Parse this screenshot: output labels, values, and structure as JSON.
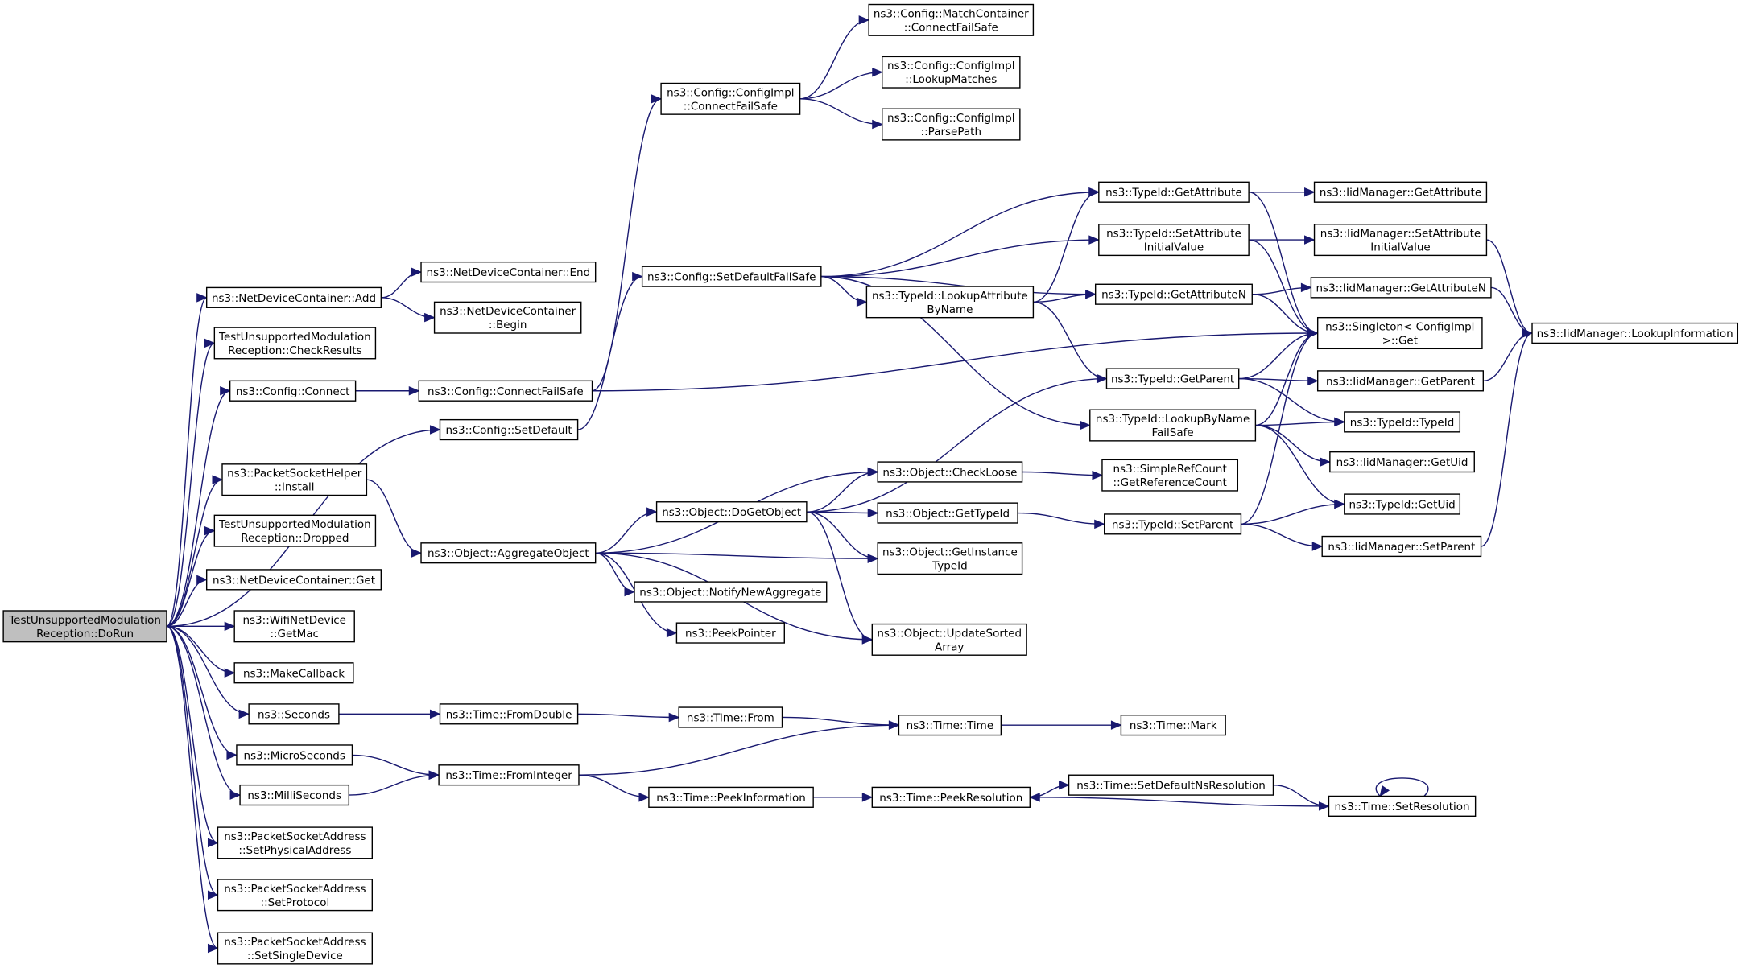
{
  "diagram": {
    "title": "",
    "colors": {
      "edge": "#191970",
      "node_border": "#000000",
      "node_fill": "#ffffff",
      "root_fill": "#bfbfbf"
    },
    "nodes": [
      {
        "id": "root",
        "lines": [
          "TestUnsupportedModulation",
          "Reception::DoRun"
        ]
      },
      {
        "id": "ndc_add",
        "lines": [
          "ns3::NetDeviceContainer::Add"
        ]
      },
      {
        "id": "check_results",
        "lines": [
          "TestUnsupportedModulation",
          "Reception::CheckResults"
        ]
      },
      {
        "id": "cfg_connect",
        "lines": [
          "ns3::Config::Connect"
        ]
      },
      {
        "id": "cfg_setdefault",
        "lines": [
          "ns3::Config::SetDefault"
        ]
      },
      {
        "id": "psh_install",
        "lines": [
          "ns3::PacketSocketHelper",
          "::Install"
        ]
      },
      {
        "id": "dropped",
        "lines": [
          "TestUnsupportedModulation",
          "Reception::Dropped"
        ]
      },
      {
        "id": "ndc_get",
        "lines": [
          "ns3::NetDeviceContainer::Get"
        ]
      },
      {
        "id": "wifi_getmac",
        "lines": [
          "ns3::WifiNetDevice",
          "::GetMac"
        ]
      },
      {
        "id": "make_callback",
        "lines": [
          "ns3::MakeCallback"
        ]
      },
      {
        "id": "seconds",
        "lines": [
          "ns3::Seconds"
        ]
      },
      {
        "id": "microseconds",
        "lines": [
          "ns3::MicroSeconds"
        ]
      },
      {
        "id": "milliseconds",
        "lines": [
          "ns3::MilliSeconds"
        ]
      },
      {
        "id": "psa_setphys",
        "lines": [
          "ns3::PacketSocketAddress",
          "::SetPhysicalAddress"
        ]
      },
      {
        "id": "psa_setproto",
        "lines": [
          "ns3::PacketSocketAddress",
          "::SetProtocol"
        ]
      },
      {
        "id": "psa_setsingle",
        "lines": [
          "ns3::PacketSocketAddress",
          "::SetSingleDevice"
        ]
      },
      {
        "id": "ndc_end",
        "lines": [
          "ns3::NetDeviceContainer::End"
        ]
      },
      {
        "id": "ndc_begin",
        "lines": [
          "ns3::NetDeviceContainer",
          "::Begin"
        ]
      },
      {
        "id": "cfg_connectfailsafe",
        "lines": [
          "ns3::Config::ConnectFailSafe"
        ]
      },
      {
        "id": "cfgimpl_connectfailsafe",
        "lines": [
          "ns3::Config::ConfigImpl",
          "::ConnectFailSafe"
        ]
      },
      {
        "id": "mc_connectfailsafe",
        "lines": [
          "ns3::Config::MatchContainer",
          "::ConnectFailSafe"
        ]
      },
      {
        "id": "cfgimpl_lookup",
        "lines": [
          "ns3::Config::ConfigImpl",
          "::LookupMatches"
        ]
      },
      {
        "id": "cfgimpl_parse",
        "lines": [
          "ns3::Config::ConfigImpl",
          "::ParsePath"
        ]
      },
      {
        "id": "cfg_setdefaultfailsafe",
        "lines": [
          "ns3::Config::SetDefaultFailSafe"
        ]
      },
      {
        "id": "tid_lookupattr",
        "lines": [
          "ns3::TypeId::LookupAttribute",
          "ByName"
        ]
      },
      {
        "id": "tid_getattribute",
        "lines": [
          "ns3::TypeId::GetAttribute"
        ]
      },
      {
        "id": "tid_setattrinit",
        "lines": [
          "ns3::TypeId::SetAttribute",
          "InitialValue"
        ]
      },
      {
        "id": "tid_getattributen",
        "lines": [
          "ns3::TypeId::GetAttributeN"
        ]
      },
      {
        "id": "singleton_get",
        "lines": [
          "ns3::Singleton< ConfigImpl",
          ">::Get"
        ]
      },
      {
        "id": "tid_getparent",
        "lines": [
          "ns3::TypeId::GetParent"
        ]
      },
      {
        "id": "tid_lookupbyname",
        "lines": [
          "ns3::TypeId::LookupByName",
          "FailSafe"
        ]
      },
      {
        "id": "iid_getattribute",
        "lines": [
          "ns3::IidManager::GetAttribute"
        ]
      },
      {
        "id": "iid_setattrinit",
        "lines": [
          "ns3::IidManager::SetAttribute",
          "InitialValue"
        ]
      },
      {
        "id": "iid_getattributen",
        "lines": [
          "ns3::IidManager::GetAttributeN"
        ]
      },
      {
        "id": "iid_lookupinfo",
        "lines": [
          "ns3::IidManager::LookupInformation"
        ]
      },
      {
        "id": "iid_getparent",
        "lines": [
          "ns3::IidManager::GetParent"
        ]
      },
      {
        "id": "tid_typeid",
        "lines": [
          "ns3::TypeId::TypeId"
        ]
      },
      {
        "id": "iid_getuid",
        "lines": [
          "ns3::IidManager::GetUid"
        ]
      },
      {
        "id": "tid_getuid",
        "lines": [
          "ns3::TypeId::GetUid"
        ]
      },
      {
        "id": "iid_setparent",
        "lines": [
          "ns3::IidManager::SetParent"
        ]
      },
      {
        "id": "obj_aggregate",
        "lines": [
          "ns3::Object::AggregateObject"
        ]
      },
      {
        "id": "obj_dogetobject",
        "lines": [
          "ns3::Object::DoGetObject"
        ]
      },
      {
        "id": "obj_checkloose",
        "lines": [
          "ns3::Object::CheckLoose"
        ]
      },
      {
        "id": "srefcount_get",
        "lines": [
          "ns3::SimpleRefCount",
          "::GetReferenceCount"
        ]
      },
      {
        "id": "obj_gettypeid",
        "lines": [
          "ns3::Object::GetTypeId"
        ]
      },
      {
        "id": "tid_setparent",
        "lines": [
          "ns3::TypeId::SetParent"
        ]
      },
      {
        "id": "obj_getinstancetid",
        "lines": [
          "ns3::Object::GetInstance",
          "TypeId"
        ]
      },
      {
        "id": "obj_notifynewagg",
        "lines": [
          "ns3::Object::NotifyNewAggregate"
        ]
      },
      {
        "id": "peekpointer",
        "lines": [
          "ns3::PeekPointer"
        ]
      },
      {
        "id": "obj_updatesorted",
        "lines": [
          "ns3::Object::UpdateSorted",
          "Array"
        ]
      },
      {
        "id": "time_fromdouble",
        "lines": [
          "ns3::Time::FromDouble"
        ]
      },
      {
        "id": "time_from",
        "lines": [
          "ns3::Time::From"
        ]
      },
      {
        "id": "time_time",
        "lines": [
          "ns3::Time::Time"
        ]
      },
      {
        "id": "time_mark",
        "lines": [
          "ns3::Time::Mark"
        ]
      },
      {
        "id": "time_frominteger",
        "lines": [
          "ns3::Time::FromInteger"
        ]
      },
      {
        "id": "time_peekinfo",
        "lines": [
          "ns3::Time::PeekInformation"
        ]
      },
      {
        "id": "time_peekres",
        "lines": [
          "ns3::Time::PeekResolution"
        ]
      },
      {
        "id": "time_setdefaultns",
        "lines": [
          "ns3::Time::SetDefaultNsResolution"
        ]
      },
      {
        "id": "time_setres",
        "lines": [
          "ns3::Time::SetResolution"
        ]
      }
    ],
    "edges": [
      [
        "root",
        "ndc_add"
      ],
      [
        "root",
        "check_results"
      ],
      [
        "root",
        "cfg_connect"
      ],
      [
        "root",
        "cfg_setdefault"
      ],
      [
        "root",
        "psh_install"
      ],
      [
        "root",
        "dropped"
      ],
      [
        "root",
        "ndc_get"
      ],
      [
        "root",
        "wifi_getmac"
      ],
      [
        "root",
        "make_callback"
      ],
      [
        "root",
        "seconds"
      ],
      [
        "root",
        "microseconds"
      ],
      [
        "root",
        "milliseconds"
      ],
      [
        "root",
        "psa_setphys"
      ],
      [
        "root",
        "psa_setproto"
      ],
      [
        "root",
        "psa_setsingle"
      ],
      [
        "ndc_add",
        "ndc_end"
      ],
      [
        "ndc_add",
        "ndc_begin"
      ],
      [
        "cfg_connect",
        "cfg_connectfailsafe"
      ],
      [
        "cfg_connectfailsafe",
        "cfgimpl_connectfailsafe"
      ],
      [
        "cfg_connectfailsafe",
        "singleton_get"
      ],
      [
        "cfgimpl_connectfailsafe",
        "mc_connectfailsafe"
      ],
      [
        "cfgimpl_connectfailsafe",
        "cfgimpl_lookup"
      ],
      [
        "cfgimpl_connectfailsafe",
        "cfgimpl_parse"
      ],
      [
        "cfg_setdefault",
        "cfg_setdefaultfailsafe"
      ],
      [
        "cfg_setdefaultfailsafe",
        "tid_getattribute"
      ],
      [
        "cfg_setdefaultfailsafe",
        "tid_setattrinit"
      ],
      [
        "cfg_setdefaultfailsafe",
        "tid_getattributen"
      ],
      [
        "cfg_setdefaultfailsafe",
        "tid_lookupattr"
      ],
      [
        "cfg_setdefaultfailsafe",
        "tid_lookupbyname"
      ],
      [
        "tid_lookupattr",
        "tid_getattribute"
      ],
      [
        "tid_lookupattr",
        "tid_getattributen"
      ],
      [
        "tid_lookupattr",
        "tid_getparent"
      ],
      [
        "tid_getattribute",
        "iid_getattribute"
      ],
      [
        "tid_getattribute",
        "singleton_get"
      ],
      [
        "tid_setattrinit",
        "iid_setattrinit"
      ],
      [
        "tid_setattrinit",
        "singleton_get"
      ],
      [
        "tid_getattributen",
        "iid_getattributen"
      ],
      [
        "tid_getattributen",
        "singleton_get"
      ],
      [
        "tid_getparent",
        "singleton_get"
      ],
      [
        "tid_getparent",
        "iid_getparent"
      ],
      [
        "tid_getparent",
        "tid_typeid"
      ],
      [
        "tid_lookupbyname",
        "singleton_get"
      ],
      [
        "tid_lookupbyname",
        "tid_typeid"
      ],
      [
        "tid_lookupbyname",
        "iid_getuid"
      ],
      [
        "tid_lookupbyname",
        "tid_getuid"
      ],
      [
        "iid_setattrinit",
        "iid_lookupinfo"
      ],
      [
        "iid_getattributen",
        "iid_lookupinfo"
      ],
      [
        "iid_getparent",
        "iid_lookupinfo"
      ],
      [
        "iid_setparent",
        "iid_lookupinfo"
      ],
      [
        "psh_install",
        "obj_aggregate"
      ],
      [
        "obj_aggregate",
        "obj_checkloose"
      ],
      [
        "obj_aggregate",
        "obj_dogetobject"
      ],
      [
        "obj_aggregate",
        "obj_getinstancetid"
      ],
      [
        "obj_aggregate",
        "obj_notifynewagg"
      ],
      [
        "obj_aggregate",
        "peekpointer"
      ],
      [
        "obj_aggregate",
        "obj_updatesorted"
      ],
      [
        "obj_dogetobject",
        "tid_getparent"
      ],
      [
        "obj_dogetobject",
        "obj_checkloose"
      ],
      [
        "obj_dogetobject",
        "obj_gettypeid"
      ],
      [
        "obj_dogetobject",
        "obj_getinstancetid"
      ],
      [
        "obj_dogetobject",
        "obj_updatesorted"
      ],
      [
        "obj_checkloose",
        "srefcount_get"
      ],
      [
        "obj_gettypeid",
        "tid_setparent"
      ],
      [
        "tid_setparent",
        "singleton_get"
      ],
      [
        "tid_setparent",
        "tid_getuid"
      ],
      [
        "tid_setparent",
        "iid_setparent"
      ],
      [
        "seconds",
        "time_fromdouble"
      ],
      [
        "time_fromdouble",
        "time_from"
      ],
      [
        "time_from",
        "time_time"
      ],
      [
        "time_time",
        "time_mark"
      ],
      [
        "microseconds",
        "time_frominteger"
      ],
      [
        "milliseconds",
        "time_frominteger"
      ],
      [
        "time_frominteger",
        "time_time"
      ],
      [
        "time_frominteger",
        "time_peekinfo"
      ],
      [
        "time_peekinfo",
        "time_peekres"
      ],
      [
        "time_peekres",
        "time_setdefaultns"
      ],
      [
        "time_setdefaultns",
        "time_setres"
      ],
      [
        "time_setres",
        "time_peekres"
      ],
      [
        "time_setres",
        "time_setres"
      ]
    ]
  }
}
